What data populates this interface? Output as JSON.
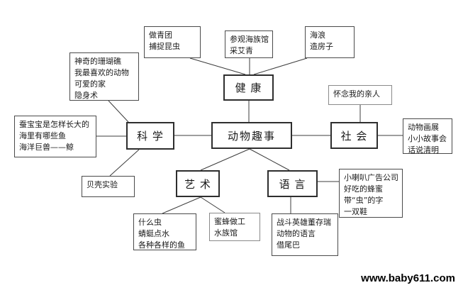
{
  "diagram": {
    "center_label": "动物趣事",
    "topics": {
      "health": "健 康",
      "science": "科 学",
      "society": "社 会",
      "art": "艺 术",
      "language": "语 言"
    },
    "leaves": {
      "qingtuan": [
        "做青团",
        "捕捉昆虫"
      ],
      "aquarium_visit": [
        "参观海族馆",
        "采艾青"
      ],
      "waves": [
        "海浪",
        "造房子"
      ],
      "coral": [
        "神奇的珊瑚礁",
        "我最喜欢的动物",
        "可爱的家",
        "隐身术"
      ],
      "silkworm": [
        "蚕宝宝是怎样长大的",
        "海里有哪些鱼",
        "海洋巨兽——鲸"
      ],
      "shell": [
        "贝壳实验"
      ],
      "relatives": [
        "怀念我的亲人"
      ],
      "exhibition": [
        "动物画展",
        "小小故事会",
        "话说清明"
      ],
      "trumpet": [
        "小喇叭广告公司",
        "好吃的蜂蜜",
        "带“虫”的字",
        "一双鞋"
      ],
      "insect": [
        "什么虫",
        "蜻蜓点水",
        "各种各样的鱼"
      ],
      "bee": [
        "蜜蜂做工",
        "水族馆"
      ],
      "hero": [
        "战斗英雄董存瑞",
        "动物的语言",
        "借尾巴"
      ]
    }
  },
  "footer": {
    "website": "www.baby611.com"
  }
}
